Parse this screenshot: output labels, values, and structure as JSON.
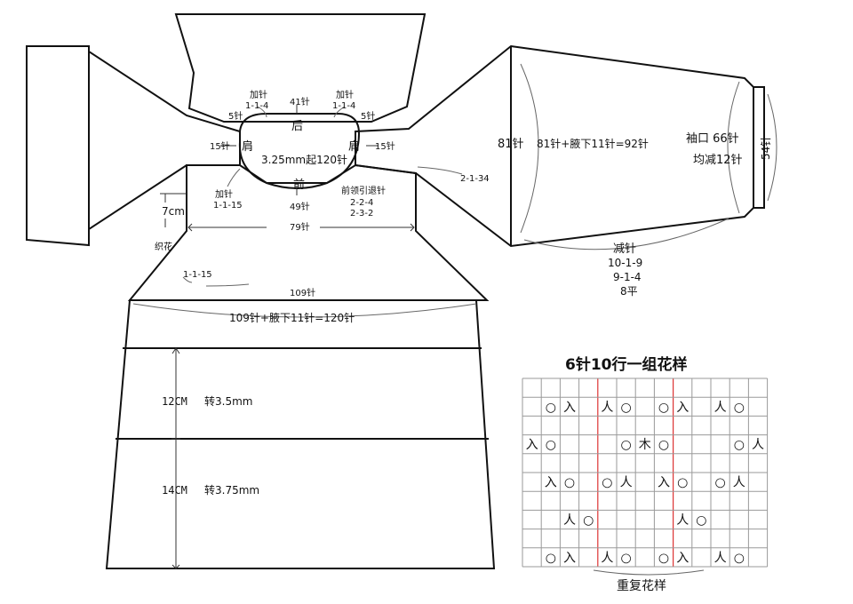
{
  "collar": {
    "shoulder_left": "肩",
    "shoulder_right": "肩",
    "back": "后",
    "front": "前",
    "cast_on": "3.25mm起120针",
    "back_sts": "41针",
    "front_sts": "49针",
    "inc_left_title": "加针",
    "inc_left_rule": "1-1-4",
    "inc_right_title": "加针",
    "inc_right_rule": "1-1-4",
    "left_5": "5针",
    "right_5": "5针",
    "left_15": "15针",
    "right_15": "15针",
    "inc_front_title": "加针",
    "inc_front_rule": "1-1-15",
    "neck_short_rows_title": "前领引退针",
    "neck_short_rows_1": "2-2-4",
    "neck_short_rows_2": "2-3-2",
    "sleeve_join": "2-1-34"
  },
  "body": {
    "height_7cm": "7cm",
    "texture": "织花",
    "width_79": "79针",
    "side_inc": "1-1-15",
    "width_109": "109针",
    "width_total": "109针+腋下11针=120针",
    "band1_height": "12CM",
    "band1_needle": "转3.5mm",
    "band2_height": "14CM",
    "band2_needle": "转3.75mm"
  },
  "sleeve": {
    "left_sts": "81针",
    "total_sts": "81针+腋下11针=92针",
    "cuff_label": "袖口 66针",
    "cuff_dec": "均减12针",
    "cuff_sts": "54针",
    "dec_title": "减针",
    "dec_1": "10-1-9",
    "dec_2": "9-1-4",
    "dec_3": "8平"
  },
  "pattern": {
    "title": "6针10行一组花样",
    "repeat_label": "重复花样",
    "cols": 12,
    "rows": 10,
    "red_cols": [
      4,
      8
    ],
    "symbols": [
      {
        "r": 1,
        "c": 1,
        "s": "○"
      },
      {
        "r": 1,
        "c": 2,
        "s": "入"
      },
      {
        "r": 1,
        "c": 4,
        "s": "人"
      },
      {
        "r": 1,
        "c": 5,
        "s": "○"
      },
      {
        "r": 1,
        "c": 7,
        "s": "○"
      },
      {
        "r": 1,
        "c": 8,
        "s": "入"
      },
      {
        "r": 1,
        "c": 10,
        "s": "人"
      },
      {
        "r": 1,
        "c": 11,
        "s": "○"
      },
      {
        "r": 3,
        "c": 0,
        "s": "入"
      },
      {
        "r": 3,
        "c": 1,
        "s": "○"
      },
      {
        "r": 3,
        "c": 5,
        "s": "○"
      },
      {
        "r": 3,
        "c": 6,
        "s": "木"
      },
      {
        "r": 3,
        "c": 7,
        "s": "○"
      },
      {
        "r": 3,
        "c": 11,
        "s": "○"
      },
      {
        "r": 3,
        "c": 12,
        "s": "人"
      },
      {
        "r": 5,
        "c": 1,
        "s": "入"
      },
      {
        "r": 5,
        "c": 2,
        "s": "○"
      },
      {
        "r": 5,
        "c": 4,
        "s": "○"
      },
      {
        "r": 5,
        "c": 5,
        "s": "人"
      },
      {
        "r": 5,
        "c": 7,
        "s": "入"
      },
      {
        "r": 5,
        "c": 8,
        "s": "○"
      },
      {
        "r": 5,
        "c": 10,
        "s": "○"
      },
      {
        "r": 5,
        "c": 11,
        "s": "人"
      },
      {
        "r": 7,
        "c": 2,
        "s": "人"
      },
      {
        "r": 7,
        "c": 3,
        "s": "○"
      },
      {
        "r": 7,
        "c": 8,
        "s": "人"
      },
      {
        "r": 7,
        "c": 9,
        "s": "○"
      },
      {
        "r": 9,
        "c": 1,
        "s": "○"
      },
      {
        "r": 9,
        "c": 2,
        "s": "入"
      },
      {
        "r": 9,
        "c": 4,
        "s": "人"
      },
      {
        "r": 9,
        "c": 5,
        "s": "○"
      },
      {
        "r": 9,
        "c": 7,
        "s": "○"
      },
      {
        "r": 9,
        "c": 8,
        "s": "入"
      },
      {
        "r": 9,
        "c": 10,
        "s": "人"
      },
      {
        "r": 9,
        "c": 11,
        "s": "○"
      }
    ]
  }
}
